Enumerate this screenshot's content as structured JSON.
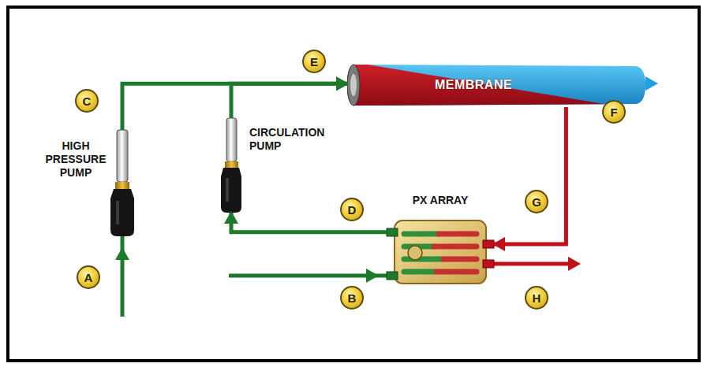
{
  "diagram": {
    "nodes": [
      {
        "text": [
          "HIGH PRESSURE PUMP"
        ]
      },
      {
        "text": [
          "CIRCULATION PUMP"
        ]
      },
      {
        "text": [
          "MEMBRANE"
        ]
      },
      {
        "text": [
          "PX ARRAY"
        ]
      }
    ],
    "edges": [
      {
        "from": 0,
        "to": 2,
        "arrow": "to"
      },
      {
        "from": 1,
        "to": 2,
        "arrow": "to"
      },
      {
        "from": 3,
        "to": 1,
        "arrow": "to"
      },
      {
        "from": 2,
        "to": 3,
        "arrow": "to"
      }
    ],
    "labels": [
      "A",
      "B",
      "C",
      "D",
      "E",
      "F",
      "G",
      "H"
    ]
  }
}
